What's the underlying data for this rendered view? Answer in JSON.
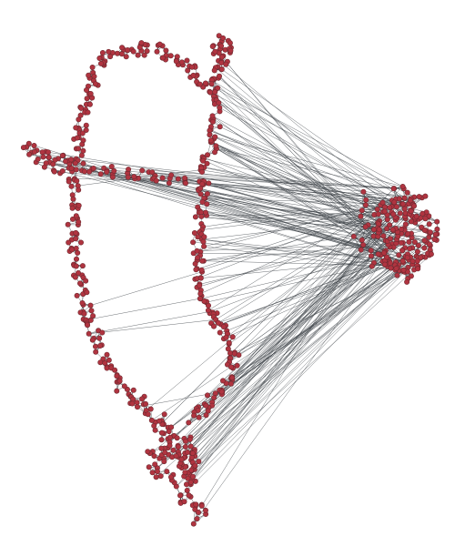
{
  "diagram": {
    "type": "node-link network graph",
    "colors": {
      "background": "#ffffff",
      "edge": "#3a3f44",
      "node_fill": "#b03440",
      "node_stroke": "#6e2a30"
    },
    "clusters": [
      "top-left-ring",
      "left-arm-branch",
      "top-knot",
      "middle-spine",
      "right-dense-cluster",
      "bottom-knot"
    ],
    "notes": ""
  }
}
